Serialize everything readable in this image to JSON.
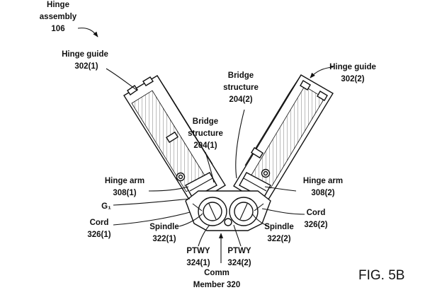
{
  "figure": {
    "fig_label": "FIG. 5B",
    "labels": {
      "hinge_assembly": [
        "Hinge",
        "assembly",
        "106"
      ],
      "hinge_guide_1": [
        "Hinge guide",
        "302(1)"
      ],
      "hinge_guide_2": [
        "Hinge guide",
        "302(2)"
      ],
      "bridge_structure_2": [
        "Bridge",
        "structure",
        "204(2)"
      ],
      "bridge_structure_1": [
        "Bridge",
        "structure",
        "204(1)"
      ],
      "hinge_arm_1": [
        "Hinge arm",
        "308(1)"
      ],
      "hinge_arm_2": [
        "Hinge arm",
        "308(2)"
      ],
      "g1": "G₁",
      "cord_1": [
        "Cord",
        "326(1)"
      ],
      "cord_2": [
        "Cord",
        "326(2)"
      ],
      "spindle_1": [
        "Spindle",
        "322(1)"
      ],
      "spindle_2": [
        "Spindle",
        "322(2)"
      ],
      "ptwy_1": [
        "PTWY",
        "324(1)"
      ],
      "ptwy_2": [
        "PTWY",
        "324(2)"
      ],
      "comm_member": [
        "Comm",
        "Member 320"
      ]
    }
  }
}
